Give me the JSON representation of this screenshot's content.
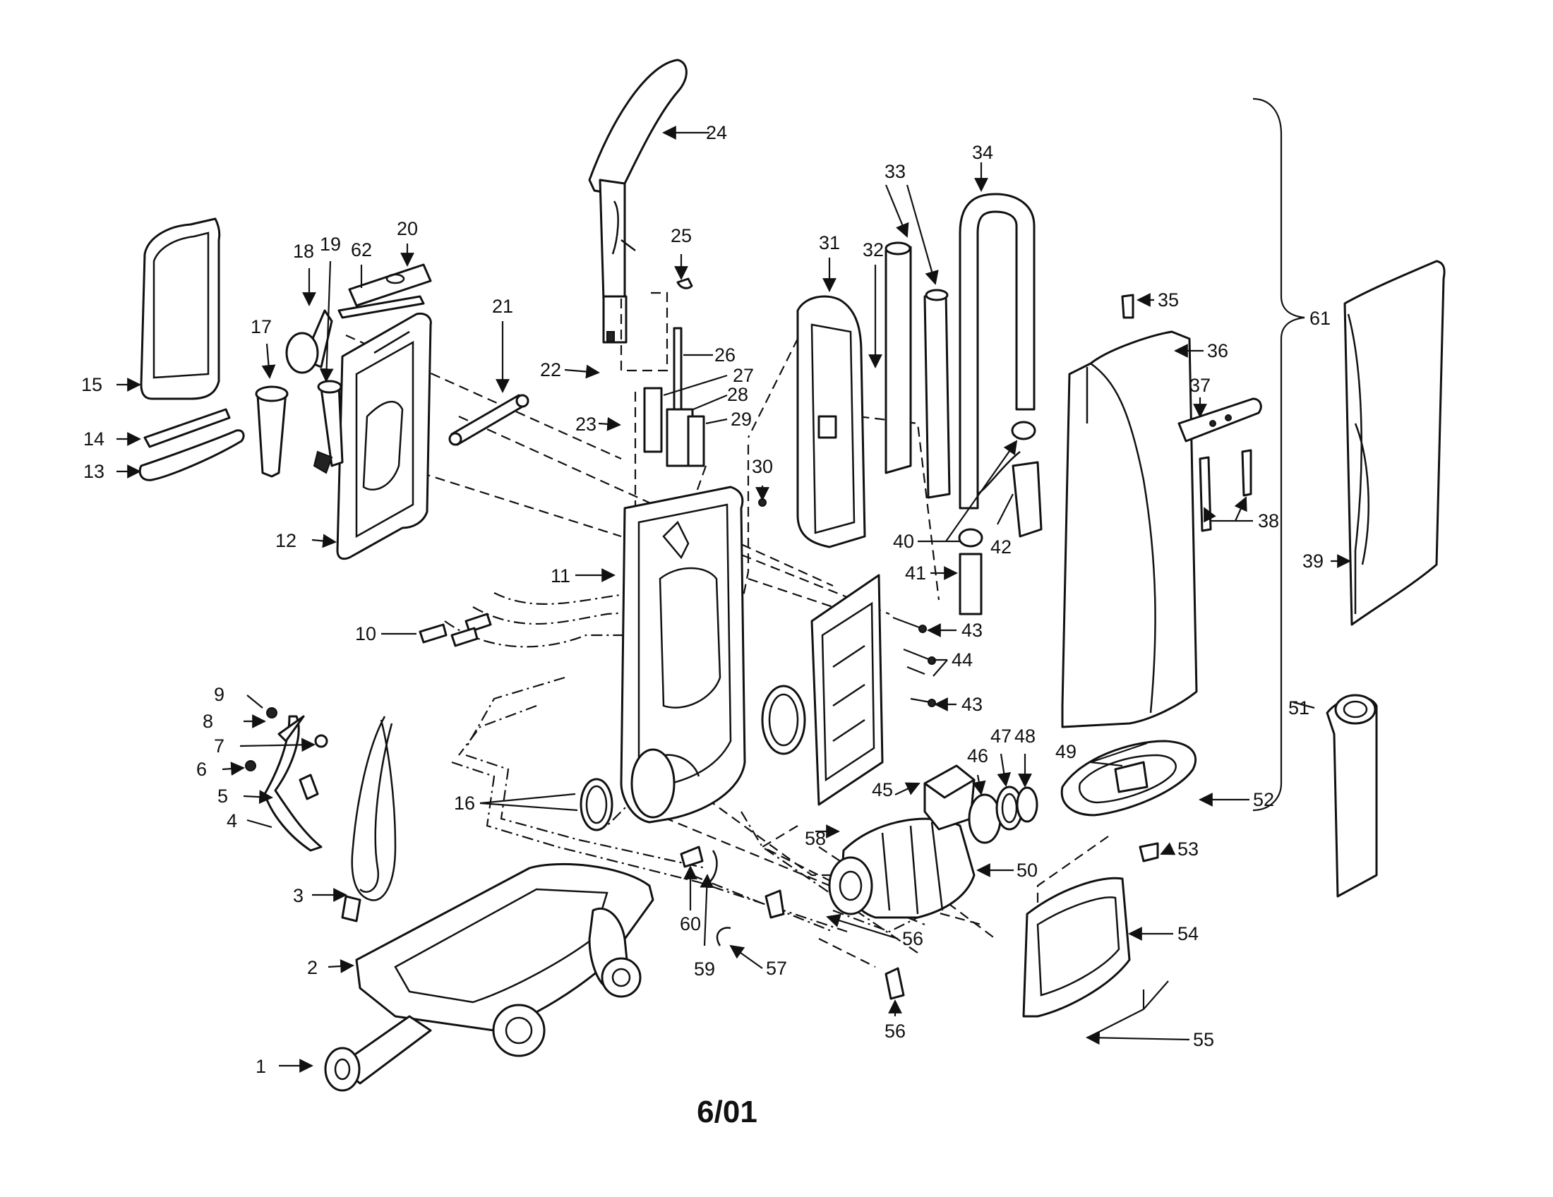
{
  "diagram": {
    "callouts": [
      "1",
      "2",
      "3",
      "4",
      "5",
      "6",
      "7",
      "8",
      "9",
      "10",
      "11",
      "12",
      "13",
      "14",
      "15",
      "16",
      "17",
      "18",
      "19",
      "20",
      "21",
      "22",
      "23",
      "24",
      "25",
      "26",
      "27",
      "28",
      "29",
      "30",
      "31",
      "32",
      "33",
      "34",
      "35",
      "36",
      "37",
      "38",
      "39",
      "40",
      "41",
      "42",
      "43",
      "43",
      "44",
      "45",
      "46",
      "47",
      "48",
      "49",
      "50",
      "51",
      "52",
      "53",
      "54",
      "55",
      "56",
      "56",
      "57",
      "58",
      "59",
      "60",
      "61",
      "62"
    ],
    "footer": "6/01"
  }
}
